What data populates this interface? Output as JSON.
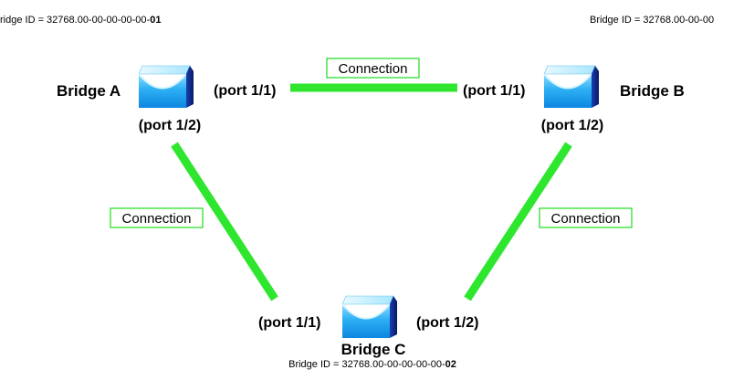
{
  "colors": {
    "link": "#2ee62e",
    "label_border": "#1fdc1f",
    "bridge_top": "#c8f0ff",
    "bridge_body": "#1fa3ee",
    "bridge_side": "#0a2a8a"
  },
  "bridges": {
    "a": {
      "name": "Bridge A",
      "id_prefix": "ridge ID = 32768.00-00-00-00-00-",
      "id_suffix": "01",
      "ports": {
        "p1": "(port 1/1)",
        "p2": "(port 1/2)"
      },
      "icon": "bridge-icon"
    },
    "b": {
      "name": "Bridge B",
      "id_prefix": "Bridge ID = 32768.00-00-00",
      "id_suffix": "",
      "ports": {
        "p1": "(port 1/1)",
        "p2": "(port 1/2)"
      },
      "icon": "bridge-icon"
    },
    "c": {
      "name": "Bridge C",
      "id_prefix": "Bridge ID = 32768.00-00-00-00-00-",
      "id_suffix": "02",
      "ports": {
        "p1": "(port 1/1)",
        "p2": "(port 1/2)"
      },
      "icon": "bridge-icon"
    }
  },
  "connections": {
    "ab": {
      "label": "Connection"
    },
    "ac": {
      "label": "Connection"
    },
    "bc": {
      "label": "Connection"
    }
  }
}
